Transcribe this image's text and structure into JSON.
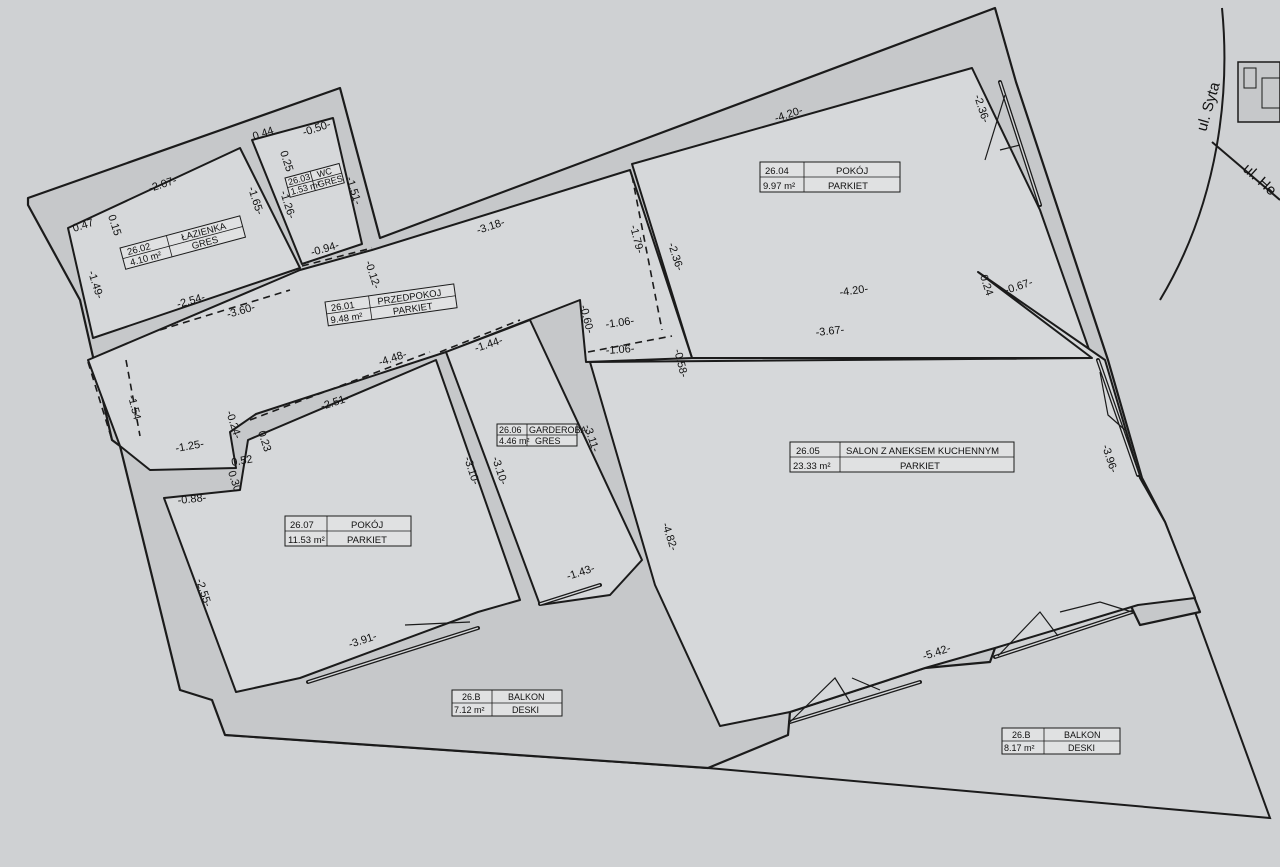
{
  "rooms": [
    {
      "id": "r2601",
      "number": "26.01",
      "name": "PRZEDPOKOJ",
      "area": "9.48 m²",
      "floor": "PARKIET"
    },
    {
      "id": "r2602",
      "number": "26.02",
      "name": "ŁAZIENKA",
      "area": "4.10 m²",
      "floor": "GRES"
    },
    {
      "id": "r2603",
      "number": "26.03",
      "name": "WC",
      "area": "1.53 m²",
      "floor": "GRES"
    },
    {
      "id": "r2604",
      "number": "26.04",
      "name": "POKÓJ",
      "area": "9.97 m²",
      "floor": "PARKIET"
    },
    {
      "id": "r2605",
      "number": "26.05",
      "name": "SALON Z ANEKSEM KUCHENNYM",
      "area": "23.33 m²",
      "floor": "PARKIET"
    },
    {
      "id": "r2606",
      "number": "26.06",
      "name": "GARDEROBA",
      "area": "4.46 m²",
      "floor": "GRES"
    },
    {
      "id": "r2607",
      "number": "26.07",
      "name": "POKÓJ",
      "area": "11.53 m²",
      "floor": "PARKIET"
    },
    {
      "id": "b1",
      "number": "26.B",
      "name": "BALKON",
      "area": "7.12 m²",
      "floor": "DESKI"
    },
    {
      "id": "b2",
      "number": "26.B",
      "name": "BALKON",
      "area": "8.17 m²",
      "floor": "DESKI"
    }
  ],
  "dimensions": [
    {
      "id": "d01",
      "text": "-2.07-"
    },
    {
      "id": "d02",
      "text": "-1.65-"
    },
    {
      "id": "d03",
      "text": "0.47"
    },
    {
      "id": "d04",
      "text": "0.15"
    },
    {
      "id": "d05",
      "text": "-1.49-"
    },
    {
      "id": "d06",
      "text": "-2.54-"
    },
    {
      "id": "d07",
      "text": "-3.60-"
    },
    {
      "id": "d08",
      "text": "0.44"
    },
    {
      "id": "d09",
      "text": "-0.50-"
    },
    {
      "id": "d10",
      "text": "0.25"
    },
    {
      "id": "d11",
      "text": "-1.26-"
    },
    {
      "id": "d12",
      "text": "-1.51-"
    },
    {
      "id": "d13",
      "text": "-0.94-"
    },
    {
      "id": "d14",
      "text": "-0.12-"
    },
    {
      "id": "d15",
      "text": "-3.18-"
    },
    {
      "id": "d16",
      "text": "-4.20-"
    },
    {
      "id": "d17",
      "text": "-2.36-"
    },
    {
      "id": "d18",
      "text": "-4.20-"
    },
    {
      "id": "d19",
      "text": "-1.79-"
    },
    {
      "id": "d20",
      "text": "-2.36-"
    },
    {
      "id": "d21",
      "text": "-0.60-"
    },
    {
      "id": "d22",
      "text": "-1.06-"
    },
    {
      "id": "d23",
      "text": "-1.06-"
    },
    {
      "id": "d24",
      "text": "-0.58-"
    },
    {
      "id": "d25",
      "text": "-3.67-"
    },
    {
      "id": "d26",
      "text": "0.24"
    },
    {
      "id": "d27",
      "text": "-0.67-"
    },
    {
      "id": "d28",
      "text": "-3.96-"
    },
    {
      "id": "d29",
      "text": "-4.48-"
    },
    {
      "id": "d30",
      "text": "-1.44-"
    },
    {
      "id": "d31",
      "text": "-2.51-"
    },
    {
      "id": "d32",
      "text": "-1.54-"
    },
    {
      "id": "d33",
      "text": "-1.25-"
    },
    {
      "id": "d34",
      "text": "-0.24-"
    },
    {
      "id": "d35",
      "text": "0.23"
    },
    {
      "id": "d36",
      "text": "0.52"
    },
    {
      "id": "d37",
      "text": "0.30"
    },
    {
      "id": "d38",
      "text": "-0.88-"
    },
    {
      "id": "d39",
      "text": "-3.10-"
    },
    {
      "id": "d40",
      "text": "-3.10-"
    },
    {
      "id": "d41",
      "text": "-3.11-"
    },
    {
      "id": "d42",
      "text": "-4.82-"
    },
    {
      "id": "d43",
      "text": "-2.55-"
    },
    {
      "id": "d44",
      "text": "-3.91-"
    },
    {
      "id": "d45",
      "text": "-1.43-"
    },
    {
      "id": "d46",
      "text": "-5.42-"
    }
  ],
  "streets": [
    {
      "id": "s1",
      "text": "ul. Syta"
    },
    {
      "id": "s2",
      "text": "ul. He"
    }
  ],
  "colors": {
    "line": "#1b1b1b",
    "paper": "#cfd1d3",
    "wall_fill": "#c6c8ca",
    "room_fill": "#d6d8da"
  }
}
